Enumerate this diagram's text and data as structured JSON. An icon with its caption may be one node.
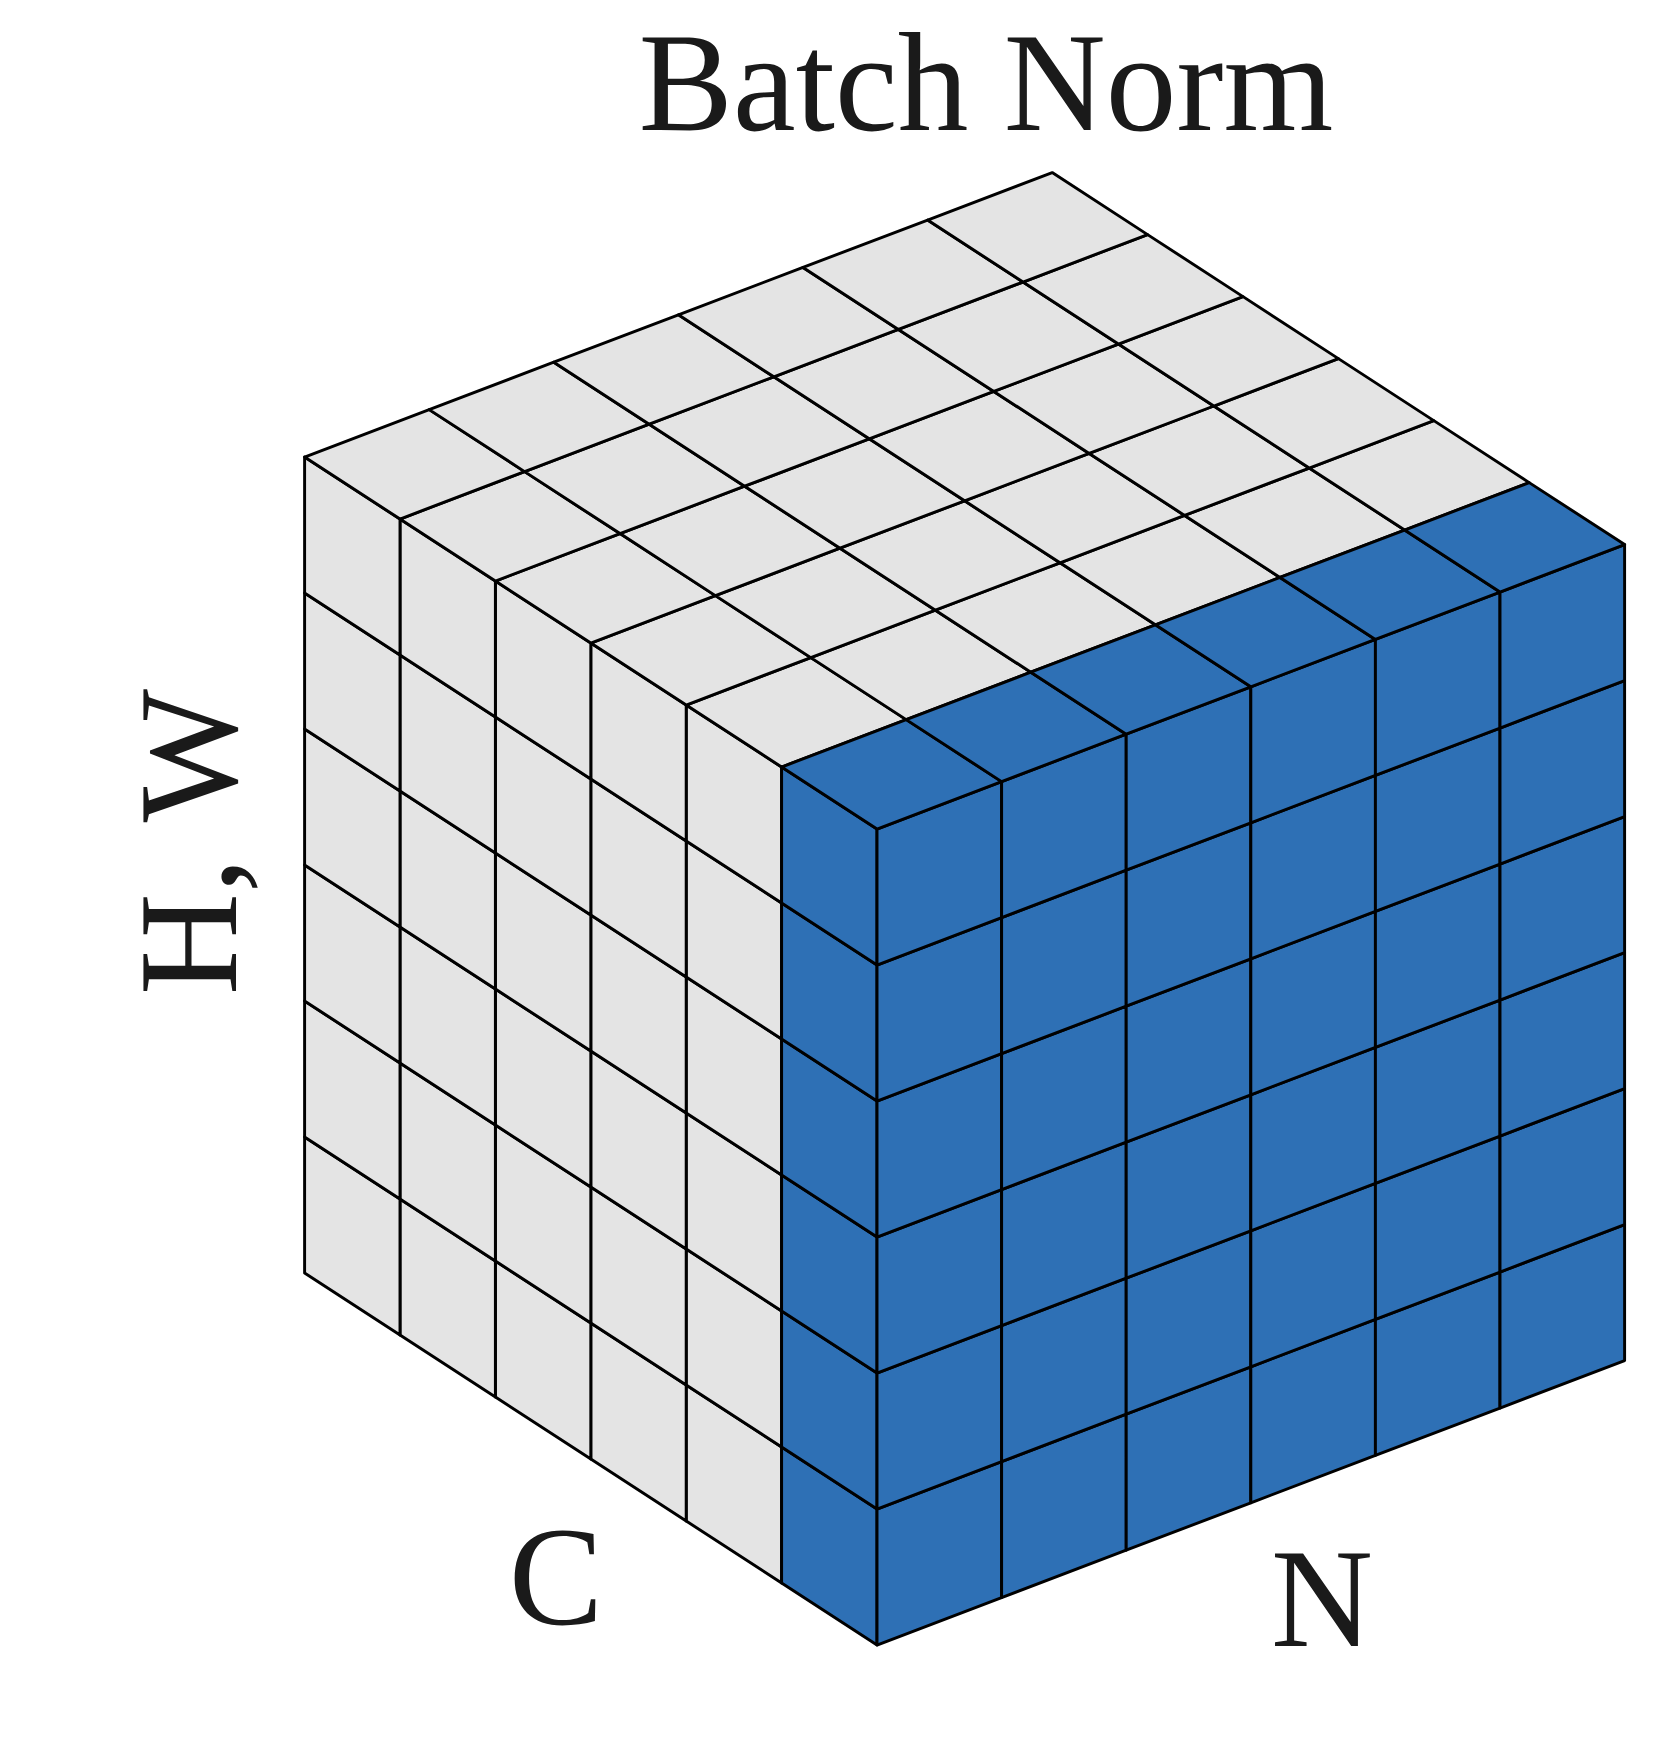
{
  "diagram": {
    "title": "Batch Norm",
    "labels": [
      "H, W",
      "C",
      "N"
    ]
  }
}
